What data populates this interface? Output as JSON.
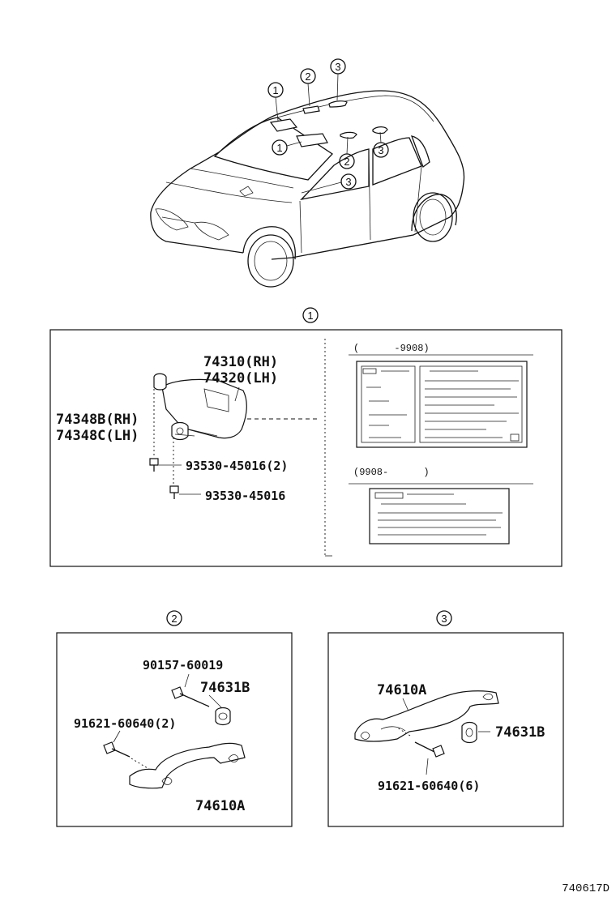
{
  "callouts": {
    "c1": "1",
    "c2": "2",
    "c3": "3"
  },
  "section1": {
    "visor_rh": "74310(RH)",
    "visor_lh": "74320(LH)",
    "holder_rh": "74348B(RH)",
    "holder_lh": "74348C(LH)",
    "screw_2": "93530-45016(2)",
    "screw": "93530-45016",
    "label_range_a": "(      -9908)",
    "label_range_b": "(9908-      )"
  },
  "section2": {
    "screw_a": "90157-60019",
    "cover": "74631B",
    "screw_b": "91621-60640(2)",
    "grip": "74610A"
  },
  "section3": {
    "grip": "74610A",
    "cover": "74631B",
    "screw": "91621-60640(6)"
  },
  "figure_code": "740617D"
}
